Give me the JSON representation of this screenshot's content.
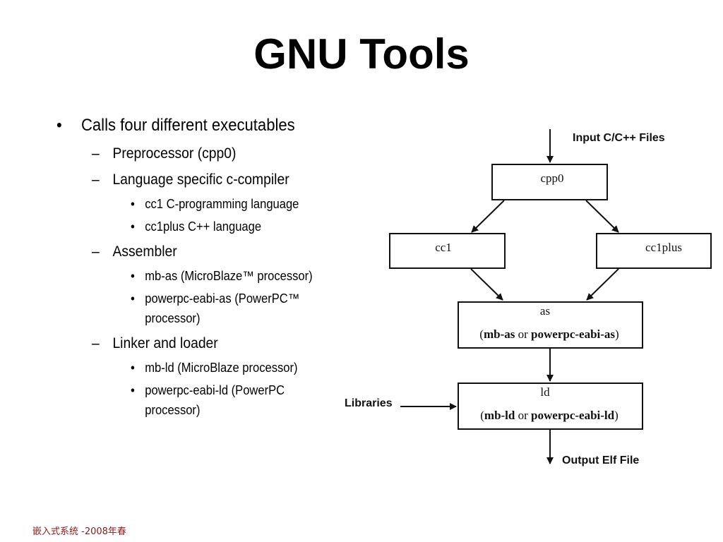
{
  "slide": {
    "title": "GNU Tools",
    "footer": "嵌入式系统 -2008年春"
  },
  "bullets": {
    "main": "Calls four different executables",
    "preprocessor": "Preprocessor (cpp0)",
    "compiler": "Language specific c-compiler",
    "cc1": "cc1 C-programming language",
    "cc1plus": "cc1plus C++ language",
    "assembler": "Assembler",
    "mbas": "mb-as (MicroBlaze™ processor)",
    "ppcas_1": "powerpc-eabi-as (PowerPC™",
    "ppcas_2": "processor)",
    "linker": "Linker and loader",
    "mbld": "mb-ld (MicroBlaze processor)",
    "ppcld_1": "powerpc-eabi-ld (PowerPC",
    "ppcld_2": "processor)"
  },
  "diagram": {
    "input_label": "Input C/C++ Files",
    "cpp0": "cpp0",
    "cc1": "cc1",
    "cc1plus": "cc1plus",
    "as_title": "as",
    "as_detail_open": "(",
    "as_detail_a": "mb-as",
    "as_detail_or": " or ",
    "as_detail_b": "powerpc-eabi-as",
    "as_detail_close": ")",
    "ld_title": "ld",
    "ld_detail_open": "(",
    "ld_detail_a": "mb-ld",
    "ld_detail_or": " or ",
    "ld_detail_b": "powerpc-eabi-ld",
    "ld_detail_close": ")",
    "libraries_label": "Libraries",
    "output_label": "Output Elf File"
  }
}
